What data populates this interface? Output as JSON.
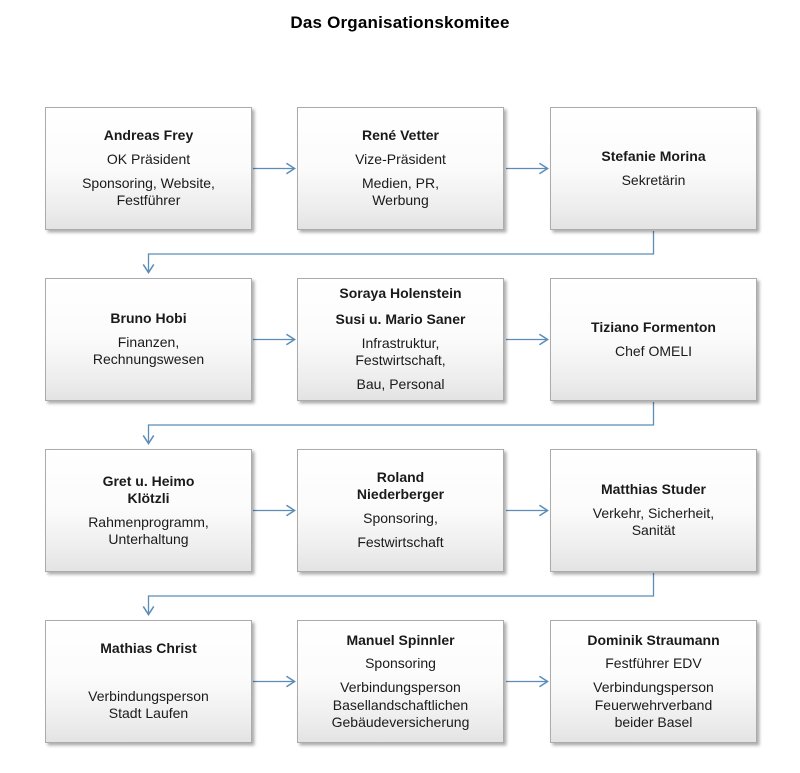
{
  "title": "Das Organisationskomitee",
  "colors": {
    "connector": "#5b8db8",
    "box_border": "#ababab",
    "box_fill_top": "#ffffff",
    "box_fill_bottom": "#e3e3e3"
  },
  "org": {
    "rows": [
      {
        "boxes": [
          {
            "name": "Andreas Frey",
            "details": [
              "OK Präsident",
              "Sponsoring, Website,\nFestführer"
            ]
          },
          {
            "name": "René Vetter",
            "details": [
              "Vize-Präsident",
              "Medien, PR,\nWerbung"
            ]
          },
          {
            "name": "Stefanie Morina",
            "details": [
              "Sekretärin"
            ]
          }
        ]
      },
      {
        "boxes": [
          {
            "name": "Bruno Hobi",
            "details": [
              "Finanzen,\nRechnungswesen"
            ]
          },
          {
            "name": "Soraya Holenstein",
            "name2": "Susi u. Mario Saner",
            "details": [
              "Infrastruktur,\nFestwirtschaft,",
              "Bau, Personal"
            ]
          },
          {
            "name": "Tiziano Formenton",
            "details": [
              "Chef OMELI"
            ]
          }
        ]
      },
      {
        "boxes": [
          {
            "name": "Gret u. Heimo\nKlötzli",
            "details": [
              "Rahmenprogramm,\nUnterhaltung"
            ]
          },
          {
            "name": "Roland\nNiederberger",
            "details": [
              "Sponsoring,",
              "Festwirtschaft"
            ]
          },
          {
            "name": "Matthias Studer",
            "details": [
              "Verkehr, Sicherheit,\nSanität"
            ]
          }
        ]
      },
      {
        "boxes": [
          {
            "name": "Mathias Christ",
            "details": [
              " ",
              "Verbindungsperson\nStadt Laufen"
            ]
          },
          {
            "name": "Manuel Spinnler",
            "details": [
              "Sponsoring",
              "Verbindungsperson\nBasellandschaftlichen\nGebäudeversicherung"
            ]
          },
          {
            "name": "Dominik Straumann",
            "details": [
              "Festführer EDV",
              "Verbindungsperson\nFeuerwehrverband\nbeider Basel"
            ]
          }
        ]
      }
    ]
  }
}
